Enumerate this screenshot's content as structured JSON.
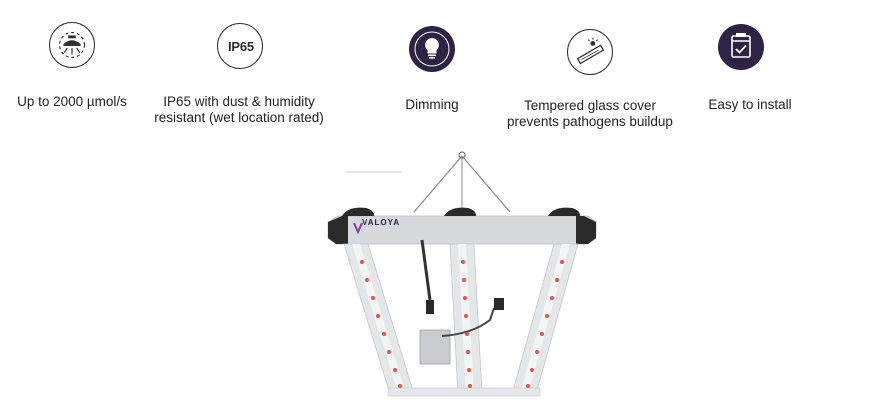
{
  "features": [
    {
      "icon": "light-fixture-icon",
      "label": "Up to 2000 µmol/s"
    },
    {
      "icon": "ip65-badge-icon",
      "icon_text": "IP65",
      "label": "IP65 with dust & humidity resistant (wet location rated)"
    },
    {
      "icon": "light-bulb-icon",
      "label": "Dimming"
    },
    {
      "icon": "glass-cover-icon",
      "label": "Tempered glass cover prevents pathogens buildup"
    },
    {
      "icon": "install-box-icon",
      "label": "Easy to install"
    }
  ],
  "product": {
    "brand": "VALOYA",
    "image": "led-grow-light-fixture"
  },
  "colors": {
    "accent": "#2e2345",
    "text": "#222222",
    "led_red": "#e0524e"
  }
}
